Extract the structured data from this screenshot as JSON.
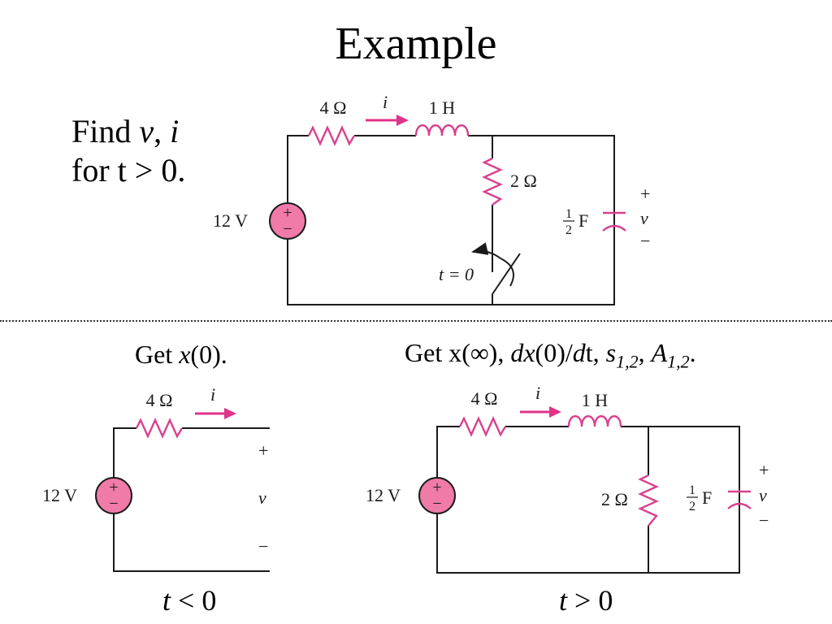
{
  "title": "Example",
  "prompt": {
    "line1_find": "Find ",
    "line1_v": "v",
    "line1_comma": ", ",
    "line1_i": "i",
    "line2": "for t > 0."
  },
  "left_heading": {
    "get": "Get ",
    "x": "x",
    "tail": "(0)."
  },
  "right_heading": {
    "a": "Get x(∞), ",
    "dx": "dx",
    "b": "(0)/",
    "d": "d",
    "c": "t, ",
    "s": "s",
    "s_sub": "1,2",
    "comma": ", ",
    "A": "A",
    "A_sub": "1,2",
    "end": "."
  },
  "main_circuit": {
    "source_label": "12 V",
    "resistor1_label": "4 Ω",
    "current_label": "i",
    "inductor_label": "1 H",
    "resistor2_label": "2 Ω",
    "cap_num": "1",
    "cap_den": "2",
    "cap_unit": "F",
    "plus": "+",
    "voltage_label": "v",
    "minus": "−",
    "switch_label": "t = 0"
  },
  "left_circuit": {
    "source_label": "12 V",
    "resistor_label": "4 Ω",
    "current_label": "i",
    "plus": "+",
    "voltage_label": "v",
    "minus": "−",
    "caption_t": "t",
    "caption_rest": " < 0"
  },
  "right_circuit": {
    "source_label": "12 V",
    "resistor1_label": "4 Ω",
    "current_label": "i",
    "inductor_label": "1 H",
    "resistor2_label": "2 Ω",
    "cap_num": "1",
    "cap_den": "2",
    "cap_unit": "F",
    "plus": "+",
    "voltage_label": "v",
    "minus": "−",
    "caption_t": "t",
    "caption_rest": " > 0"
  },
  "colors": {
    "component": "#d9418e",
    "arrow": "#e0338a",
    "source_fill": "#f07aa8",
    "wire": "#1a1a1a"
  }
}
